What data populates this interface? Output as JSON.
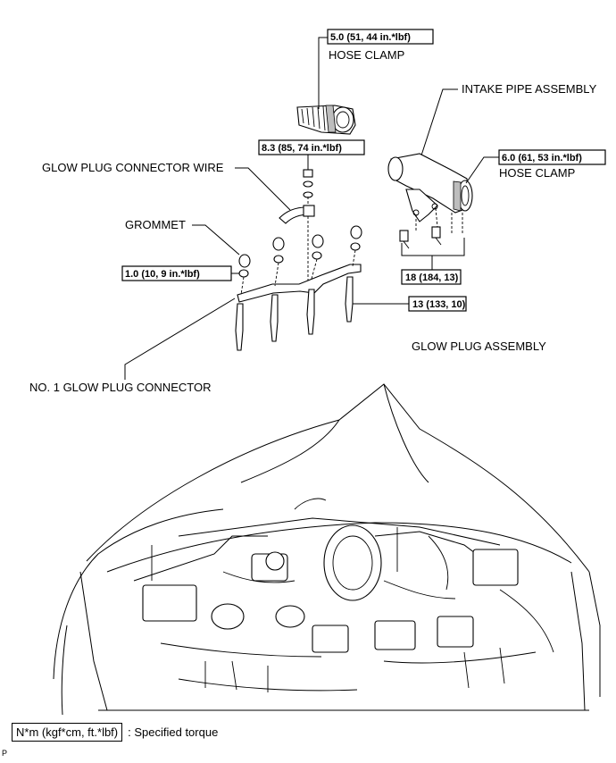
{
  "labels": {
    "hose_clamp_top": "HOSE CLAMP",
    "intake_pipe_assembly": "INTAKE PIPE ASSEMBLY",
    "hose_clamp_right": "HOSE CLAMP",
    "glow_plug_connector_wire": "GLOW PLUG CONNECTOR WIRE",
    "grommet": "GROMMET",
    "glow_plug_assembly": "GLOW PLUG ASSEMBLY",
    "no1_glow_plug_connector": "NO. 1 GLOW PLUG CONNECTOR"
  },
  "torques": {
    "hose_clamp_top": "5.0 (51, 44 in.*lbf)",
    "hose_clamp_right": "6.0 (61, 53 in.*lbf)",
    "connector_wire_nut": "8.3 (85, 74 in.*lbf)",
    "connector_nut": "1.0 (10, 9 in.*lbf)",
    "intake_bolts": "18 (184, 13)",
    "glow_plug": "13 (133, 10)"
  },
  "legend": {
    "unit_box": "N*m (kgf*cm, ft.*lbf)",
    "text": ": Specified torque"
  },
  "figure_code": "P"
}
